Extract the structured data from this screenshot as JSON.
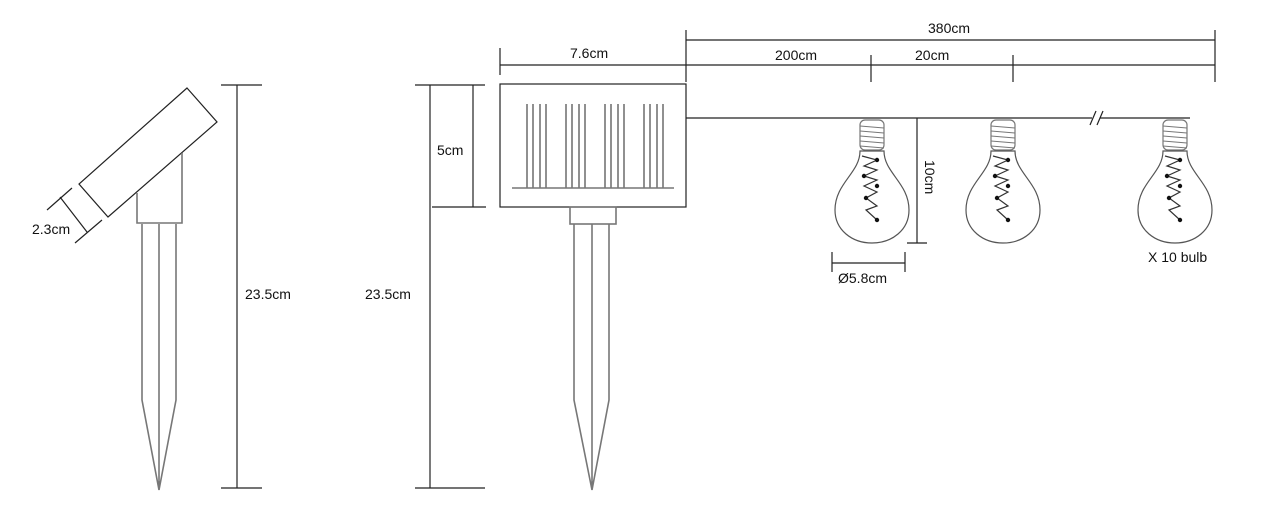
{
  "side_view": {
    "panel_thickness": "2.3cm",
    "height": "23.5cm"
  },
  "front_view": {
    "height": "23.5cm",
    "panel_height": "5cm",
    "panel_width": "7.6cm"
  },
  "string": {
    "total_length": "380cm",
    "lead_length": "200cm",
    "spacing": "20cm"
  },
  "bulb": {
    "height": "10cm",
    "diameter": "Ø5.8cm",
    "count_label": "X 10 bulb"
  }
}
